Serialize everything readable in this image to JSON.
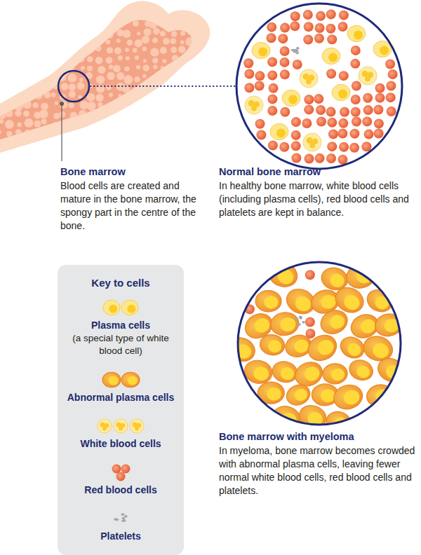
{
  "diagram": {
    "nodes": [
      {
        "text": [
          "Key to cells"
        ]
      }
    ],
    "labels": [
      "Bone marrow",
      "Blood cells are created and mature in the bone marrow, the spongy part in the centre of the bone.",
      "Normal bone marrow",
      "In healthy bone marrow, white blood cells (including plasma cells), red blood cells and platelets are kept in balance.",
      "(a special type of white blood cell)",
      "Bone marrow with myeloma",
      "In myeloma, bone marrow becomes crowded with abnormal plasma cells, leaving fewer normal white blood cells, red blood cells and platelets."
    ],
    "legend": [
      {
        "text": "Plasma cells"
      },
      {
        "text": "Abnormal plasma cells"
      },
      {
        "text": "White blood cells"
      },
      {
        "text": "Red blood cells"
      },
      {
        "text": "Platelets"
      }
    ]
  }
}
